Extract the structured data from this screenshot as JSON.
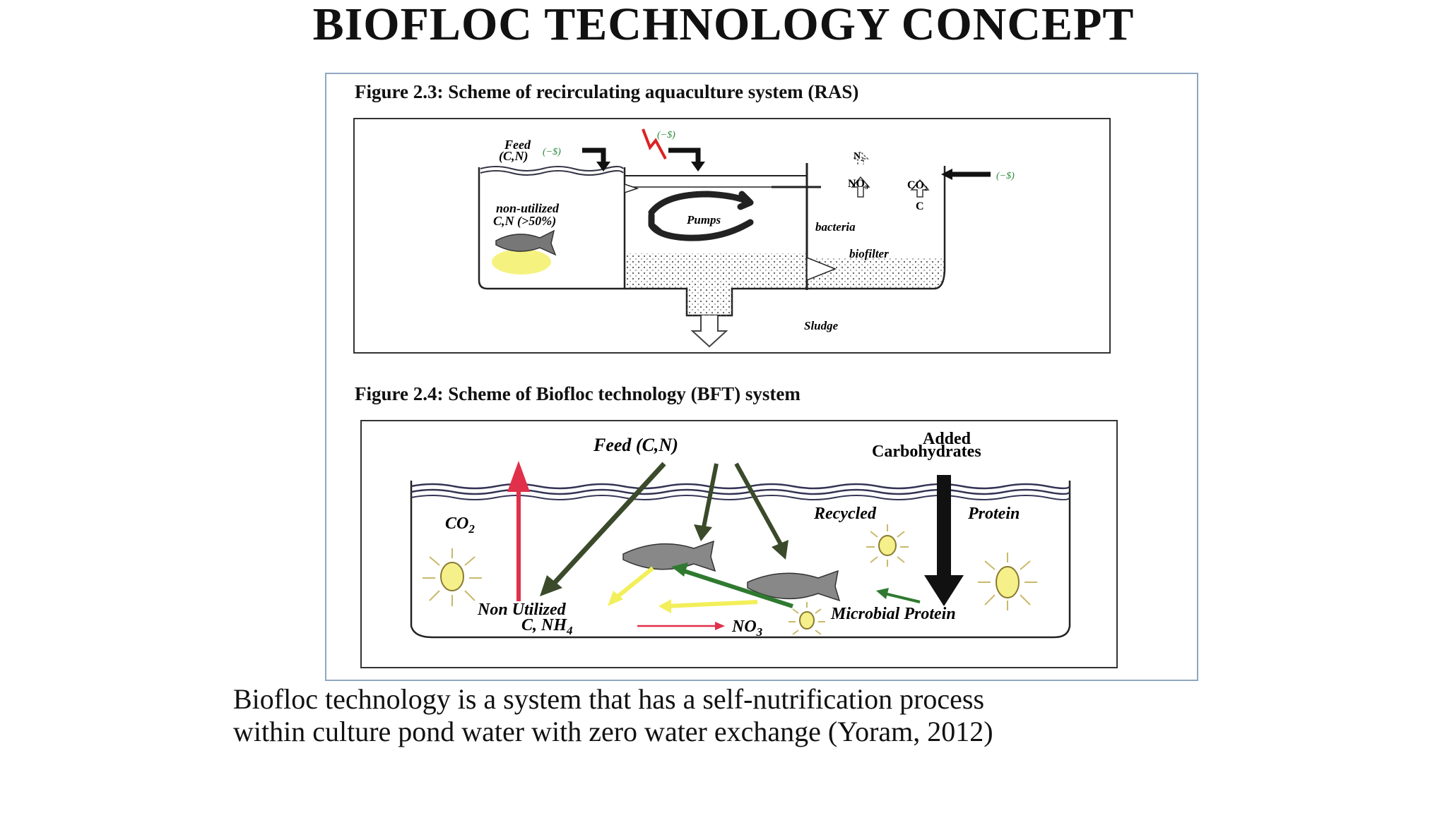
{
  "page": {
    "title": "BIOFLOC TECHNOLOGY CONCEPT",
    "description_line1": "Biofloc technology is a system that has a self-nutrification process",
    "description_line2": "within culture pond water with zero water exchange (Yoram, 2012)"
  },
  "figure_ras": {
    "caption": "Figure 2.3: Scheme of recirculating aquaculture system (RAS)",
    "feed": "Feed",
    "feed_cn": "(C,N)",
    "cost_label": "(−$)",
    "non_utilized_1": "non-utilized",
    "non_utilized_2": "C,N (>50%)",
    "pumps": "Pumps",
    "n2": "N₂",
    "no3": "NO₃",
    "co2": "CO₂",
    "c": "C",
    "bacteria": "bacteria",
    "biofilter": "biofilter",
    "sludge": "Sludge"
  },
  "figure_bft": {
    "caption": "Figure 2.4:  Scheme of Biofloc technology (BFT) system",
    "feed": "Feed (C,N)",
    "added_1": "Added",
    "added_2": "Carbohydrates",
    "co2": "CO",
    "co2_sub": "2",
    "recycled": "Recycled",
    "protein": "Protein",
    "non_utilized_1": "Non Utilized",
    "non_utilized_2": "C, NH",
    "non_utilized_sub": "4",
    "no3": "NO",
    "no3_sub": "3",
    "microbial": "Microbial Protein"
  }
}
